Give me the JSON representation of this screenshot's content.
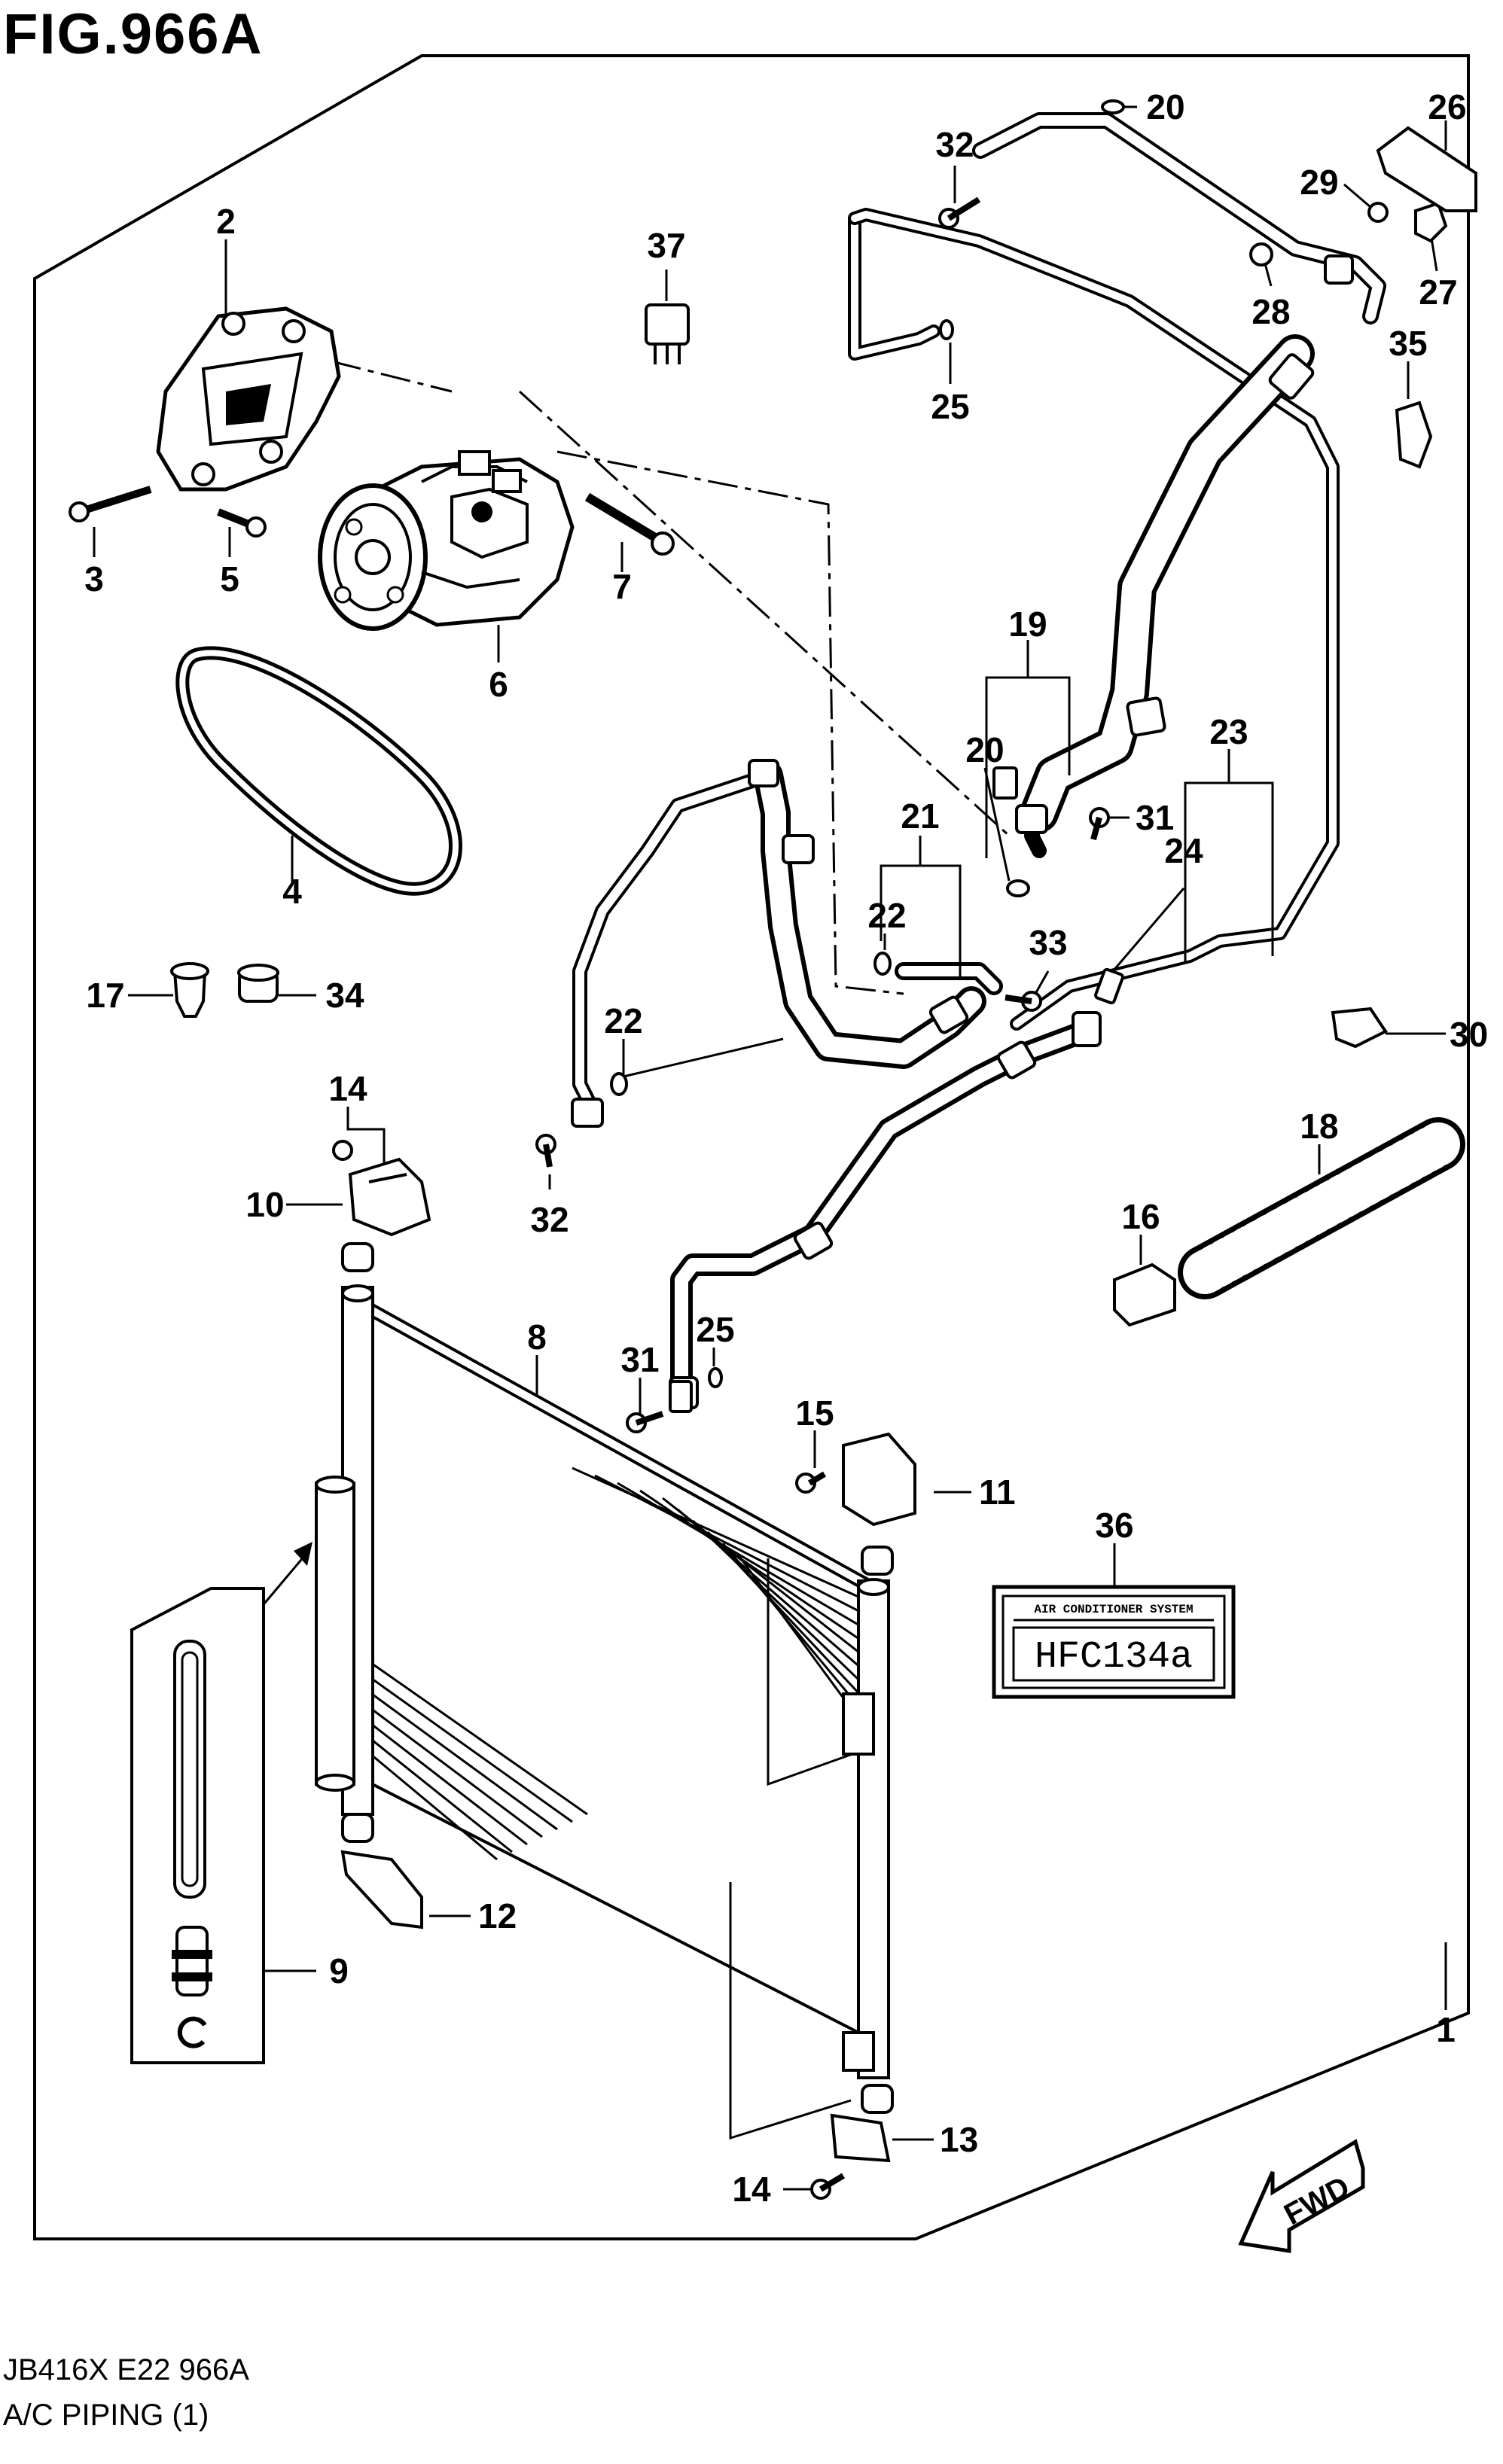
{
  "figure": {
    "title": "FIG.966A",
    "code": "JB416X E22 966A",
    "caption": "A/C PIPING (1)"
  },
  "label_plate": {
    "top_text": "AIR CONDITIONER SYSTEM",
    "main_text": "HFC134a"
  },
  "fwd_arrow": {
    "text": "FWD"
  },
  "callouts": [
    {
      "id": "c1",
      "text": "1"
    },
    {
      "id": "c2",
      "text": "2"
    },
    {
      "id": "c3",
      "text": "3"
    },
    {
      "id": "c4",
      "text": "4"
    },
    {
      "id": "c5",
      "text": "5"
    },
    {
      "id": "c6",
      "text": "6"
    },
    {
      "id": "c7",
      "text": "7"
    },
    {
      "id": "c8",
      "text": "8"
    },
    {
      "id": "c9",
      "text": "9"
    },
    {
      "id": "c10",
      "text": "10"
    },
    {
      "id": "c11",
      "text": "11"
    },
    {
      "id": "c12",
      "text": "12"
    },
    {
      "id": "c13",
      "text": "13"
    },
    {
      "id": "c14a",
      "text": "14"
    },
    {
      "id": "c14b",
      "text": "14"
    },
    {
      "id": "c15",
      "text": "15"
    },
    {
      "id": "c16",
      "text": "16"
    },
    {
      "id": "c17",
      "text": "17"
    },
    {
      "id": "c18",
      "text": "18"
    },
    {
      "id": "c19",
      "text": "19"
    },
    {
      "id": "c20a",
      "text": "20"
    },
    {
      "id": "c20b",
      "text": "20"
    },
    {
      "id": "c21",
      "text": "21"
    },
    {
      "id": "c22a",
      "text": "22"
    },
    {
      "id": "c22b",
      "text": "22"
    },
    {
      "id": "c23",
      "text": "23"
    },
    {
      "id": "c24",
      "text": "24"
    },
    {
      "id": "c25a",
      "text": "25"
    },
    {
      "id": "c25b",
      "text": "25"
    },
    {
      "id": "c26",
      "text": "26"
    },
    {
      "id": "c27",
      "text": "27"
    },
    {
      "id": "c28",
      "text": "28"
    },
    {
      "id": "c29",
      "text": "29"
    },
    {
      "id": "c30",
      "text": "30"
    },
    {
      "id": "c31a",
      "text": "31"
    },
    {
      "id": "c31b",
      "text": "31"
    },
    {
      "id": "c32a",
      "text": "32"
    },
    {
      "id": "c32b",
      "text": "32"
    },
    {
      "id": "c33",
      "text": "33"
    },
    {
      "id": "c34",
      "text": "34"
    },
    {
      "id": "c35",
      "text": "35"
    },
    {
      "id": "c36",
      "text": "36"
    },
    {
      "id": "c37",
      "text": "37"
    }
  ]
}
